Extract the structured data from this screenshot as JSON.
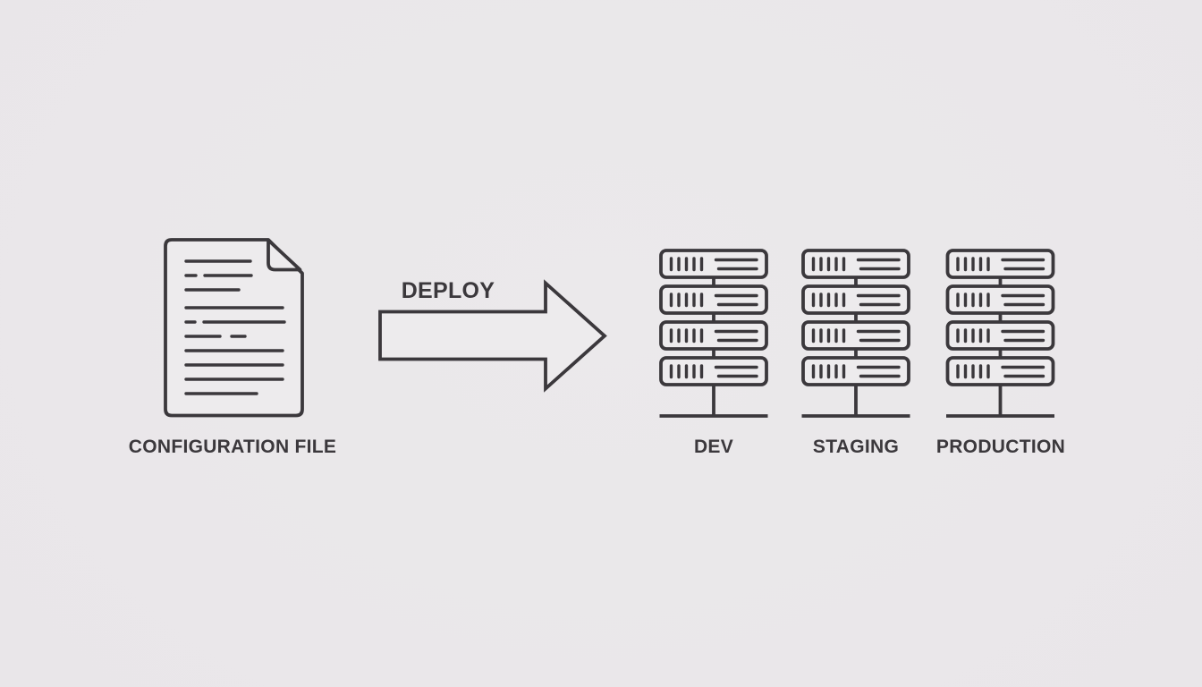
{
  "colors": {
    "background": "#e9e6e9",
    "shape_fill": "#edebed",
    "stroke": "#3b383c",
    "text": "#3b383c"
  },
  "diagram": {
    "source": {
      "label": "CONFIGURATION FILE",
      "icon": "document-icon"
    },
    "action": {
      "label": "DEPLOY",
      "icon": "arrow-right-icon"
    },
    "environments": [
      {
        "label": "DEV",
        "icon": "server-stack-icon",
        "server_count": 4
      },
      {
        "label": "STAGING",
        "icon": "server-stack-icon",
        "server_count": 4
      },
      {
        "label": "PRODUCTION",
        "icon": "server-stack-icon",
        "server_count": 4
      }
    ]
  }
}
